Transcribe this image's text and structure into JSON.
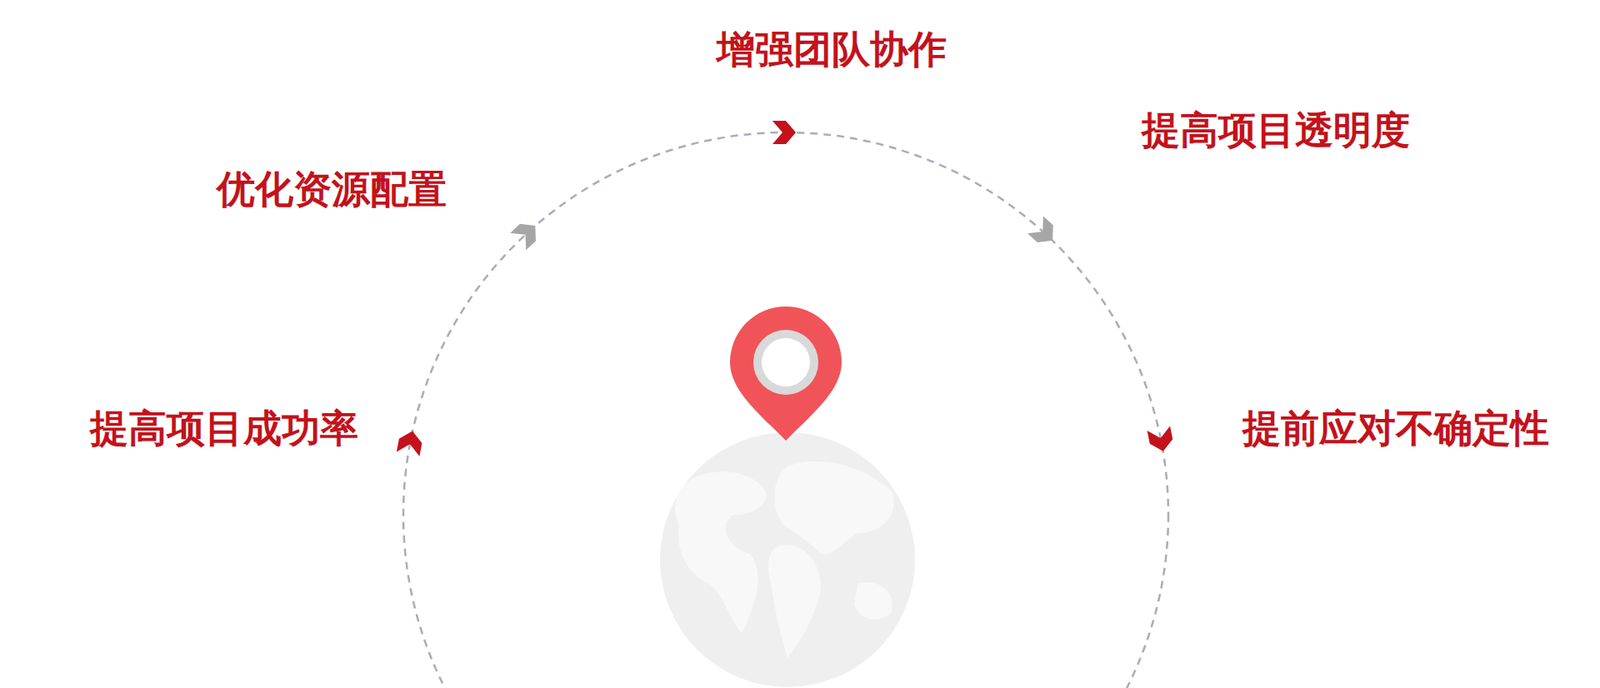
{
  "diagram": {
    "labels": [
      "增强团队协作",
      "提高项目透明度",
      "优化资源配置",
      "提高项目成功率",
      "提前应对不确定性"
    ]
  }
}
